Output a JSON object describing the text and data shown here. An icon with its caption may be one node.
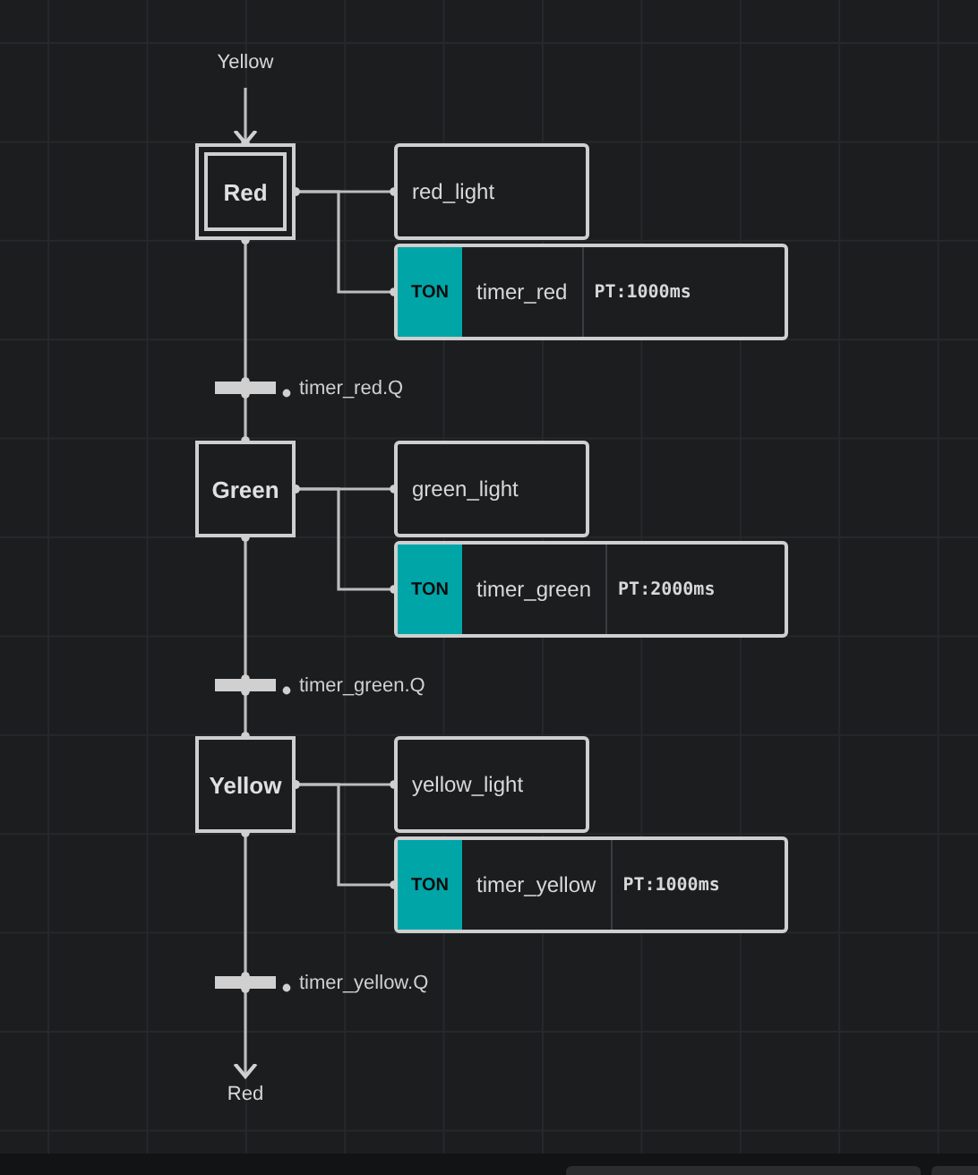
{
  "diagram": {
    "nodes": [
      {
        "text": [
          "Yellow"
        ]
      },
      {
        "text": [
          "Red"
        ]
      },
      {
        "text": [
          "red_light"
        ]
      },
      {
        "text": [
          "TON",
          "timer_red",
          "PT:1000ms"
        ]
      },
      {
        "text": [],
        "shape": "bar",
        "beside": [
          "timer_red.Q"
        ]
      },
      {
        "text": [
          "Green"
        ]
      },
      {
        "text": [
          "green_light"
        ]
      },
      {
        "text": [
          "TON",
          "timer_green",
          "PT:2000ms"
        ]
      },
      {
        "text": [],
        "shape": "bar",
        "beside": [
          "timer_green.Q"
        ]
      },
      {
        "text": [
          "Yellow"
        ]
      },
      {
        "text": [
          "yellow_light"
        ]
      },
      {
        "text": [
          "TON",
          "timer_yellow",
          "PT:1000ms"
        ]
      },
      {
        "text": [],
        "shape": "bar",
        "beside": [
          "timer_yellow.Q"
        ]
      },
      {
        "text": [
          "Red"
        ]
      }
    ],
    "edges": [
      {
        "from": 0,
        "to": 1,
        "arrow": "to"
      },
      {
        "from": 1,
        "to": 2,
        "arrow": "none"
      },
      {
        "from": 1,
        "to": 3,
        "arrow": "none"
      },
      {
        "from": 1,
        "to": 4,
        "arrow": "none"
      },
      {
        "from": 4,
        "to": 5,
        "arrow": "none"
      },
      {
        "from": 5,
        "to": 6,
        "arrow": "none"
      },
      {
        "from": 5,
        "to": 7,
        "arrow": "none"
      },
      {
        "from": 5,
        "to": 8,
        "arrow": "none"
      },
      {
        "from": 8,
        "to": 9,
        "arrow": "none"
      },
      {
        "from": 9,
        "to": 10,
        "arrow": "none"
      },
      {
        "from": 9,
        "to": 11,
        "arrow": "none"
      },
      {
        "from": 9,
        "to": 12,
        "arrow": "none"
      },
      {
        "from": 12,
        "to": 13,
        "arrow": "to"
      }
    ]
  }
}
